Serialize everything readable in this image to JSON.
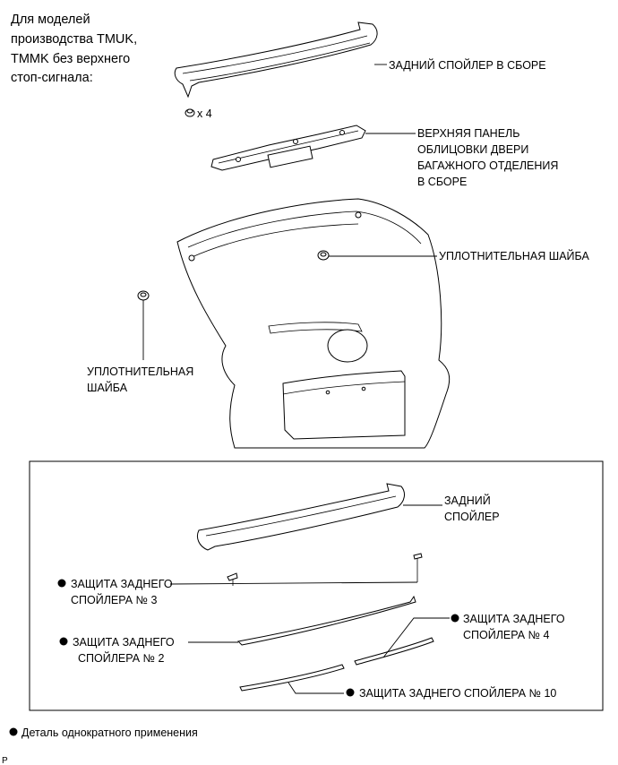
{
  "note": {
    "lines": [
      "Для моделей",
      "производства TMUK,",
      "TMMK без верхнего",
      "стоп-сигнала:"
    ]
  },
  "labels": {
    "spoiler_assy": [
      "ЗАДНИЙ СПОЙЛЕР В СБОРЕ"
    ],
    "clip_count": [
      "x 4"
    ],
    "trim_panel": [
      "ВЕРХНЯЯ ПАНЕЛЬ",
      "ОБЛИЦОВКИ ДВЕРИ",
      "БАГАЖНОГО ОТДЕЛЕНИЯ",
      "В СБОРЕ"
    ],
    "washer_right": [
      "УПЛОТНИТЕЛЬНАЯ ШАЙБА"
    ],
    "washer_left": [
      "УПЛОТНИТЕЛЬНАЯ",
      "ШАЙБА"
    ],
    "spoiler": [
      "ЗАДНИЙ",
      "СПОЙЛЕР"
    ],
    "guard3": [
      "ЗАЩИТА ЗАДНЕГО",
      "СПОЙЛЕРА № 3"
    ],
    "guard4": [
      "ЗАЩИТА ЗАДНЕГО",
      "СПОЙЛЕРА № 4"
    ],
    "guard2": [
      "ЗАЩИТА ЗАДНЕГО",
      "СПОЙЛЕРА № 2"
    ],
    "guard10": [
      "ЗАЩИТА ЗАДНЕГО СПОЙЛЕРА № 10"
    ]
  },
  "legend": {
    "text": "Деталь однократного применения"
  },
  "page_mark": "P"
}
